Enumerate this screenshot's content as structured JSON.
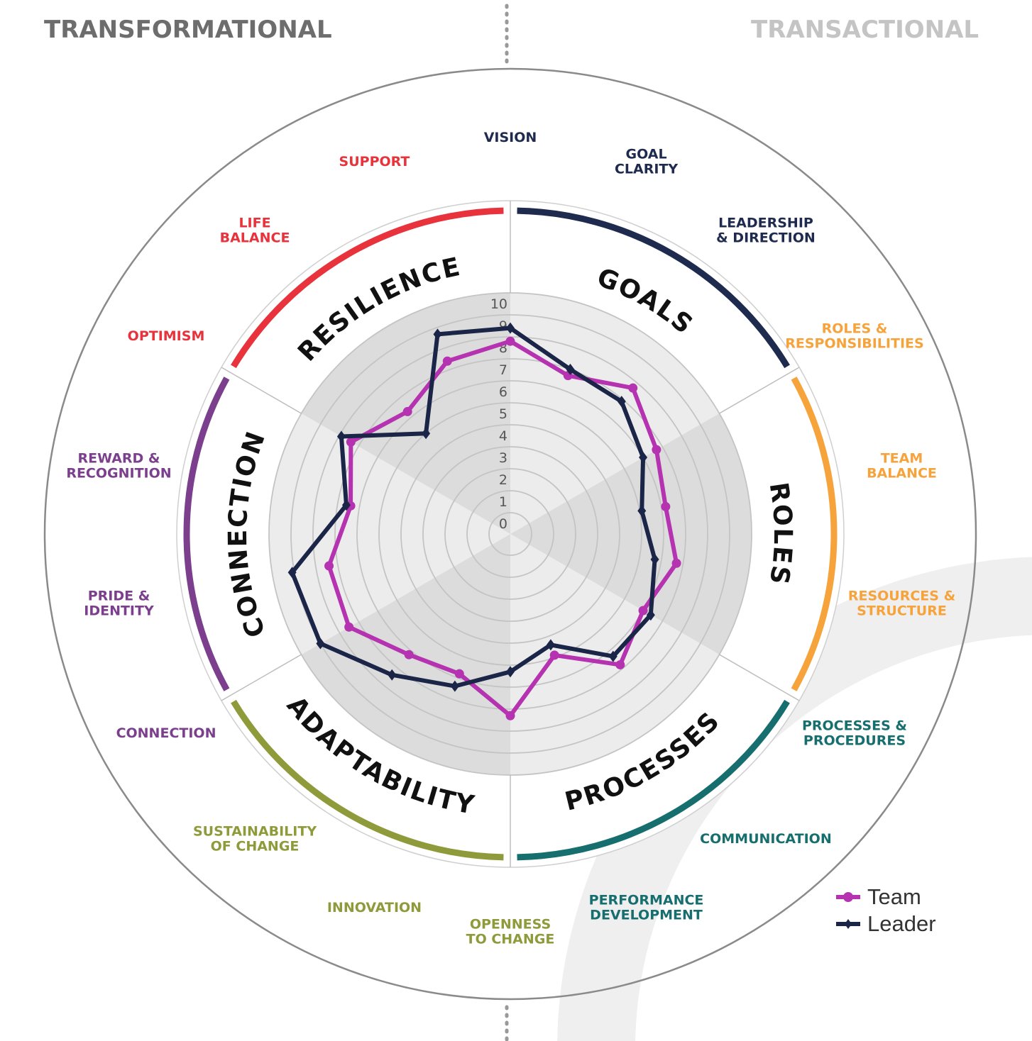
{
  "header": {
    "left": "TRANSFORMATIONAL",
    "right": "TRANSACTIONAL"
  },
  "colors": {
    "team": "#b532b0",
    "leader": "#1a2547",
    "goals": "#1e2b4f",
    "roles": "#f6a33c",
    "processes": "#176e6e",
    "adaptability": "#8f9a3a",
    "connection": "#7b3f8e",
    "resilience": "#e8323c"
  },
  "chart_data": {
    "type": "radar",
    "rlim": [
      0,
      10
    ],
    "ticks": [
      "0",
      "1",
      "2",
      "3",
      "4",
      "5",
      "6",
      "7",
      "8",
      "9",
      "10"
    ],
    "groups": [
      {
        "name": "GOALS",
        "color": "#1e2b4f"
      },
      {
        "name": "ROLES",
        "color": "#f6a33c"
      },
      {
        "name": "PROCESSES",
        "color": "#176e6e"
      },
      {
        "name": "ADAPTABILITY",
        "color": "#8f9a3a"
      },
      {
        "name": "CONNECTION",
        "color": "#7b3f8e"
      },
      {
        "name": "RESILIENCE",
        "color": "#e8323c"
      }
    ],
    "categories": [
      {
        "lines": [
          "VISION"
        ],
        "group": 0
      },
      {
        "lines": [
          "GOAL",
          "CLARITY"
        ],
        "group": 0
      },
      {
        "lines": [
          "LEADERSHIP",
          "& DIRECTION"
        ],
        "group": 0
      },
      {
        "lines": [
          "ROLES &",
          "RESPONSIBILITIES"
        ],
        "group": 1
      },
      {
        "lines": [
          "TEAM",
          "BALANCE"
        ],
        "group": 1
      },
      {
        "lines": [
          "RESOURCES &",
          "STRUCTURE"
        ],
        "group": 1
      },
      {
        "lines": [
          "PROCESSES &",
          "PROCEDURES"
        ],
        "group": 2
      },
      {
        "lines": [
          "COMMUNICATION"
        ],
        "group": 2
      },
      {
        "lines": [
          "PERFORMANCE",
          "DEVELOPMENT"
        ],
        "group": 2
      },
      {
        "lines": [
          "OPENNESS",
          "TO CHANGE"
        ],
        "group": 3
      },
      {
        "lines": [
          "INNOVATION"
        ],
        "group": 3
      },
      {
        "lines": [
          "SUSTAINABILITY",
          "OF CHANGE"
        ],
        "group": 3
      },
      {
        "lines": [
          "CONNECTION"
        ],
        "group": 4
      },
      {
        "lines": [
          "PRIDE &",
          "IDENTITY"
        ],
        "group": 4
      },
      {
        "lines": [
          "REWARD &",
          "RECOGNITION"
        ],
        "group": 4
      },
      {
        "lines": [
          "OPTIMISM"
        ],
        "group": 5
      },
      {
        "lines": [
          "LIFE",
          "BALANCE"
        ],
        "group": 5
      },
      {
        "lines": [
          "SUPPORT"
        ],
        "group": 5
      }
    ],
    "series": [
      {
        "name": "Team",
        "color": "#b532b0",
        "marker": "circle",
        "values": [
          7.8,
          6.7,
          7.7,
          6.7,
          6.2,
          6.7,
          6.0,
          6.8,
          4.9,
          7.3,
          5.8,
          6.2,
          7.5,
          7.4,
          6.4,
          7.4,
          6.3,
          7.4
        ]
      },
      {
        "name": "Leader",
        "color": "#1a2547",
        "marker": "diamond",
        "values": [
          8.4,
          7.0,
          6.9,
          6.0,
          5.1,
          5.7,
          6.4,
          6.3,
          4.4,
          5.3,
          6.4,
          7.4,
          9.0,
          9.1,
          6.6,
          7.9,
          5.0,
          8.7
        ]
      }
    ],
    "legend_position": "bottom-right"
  }
}
